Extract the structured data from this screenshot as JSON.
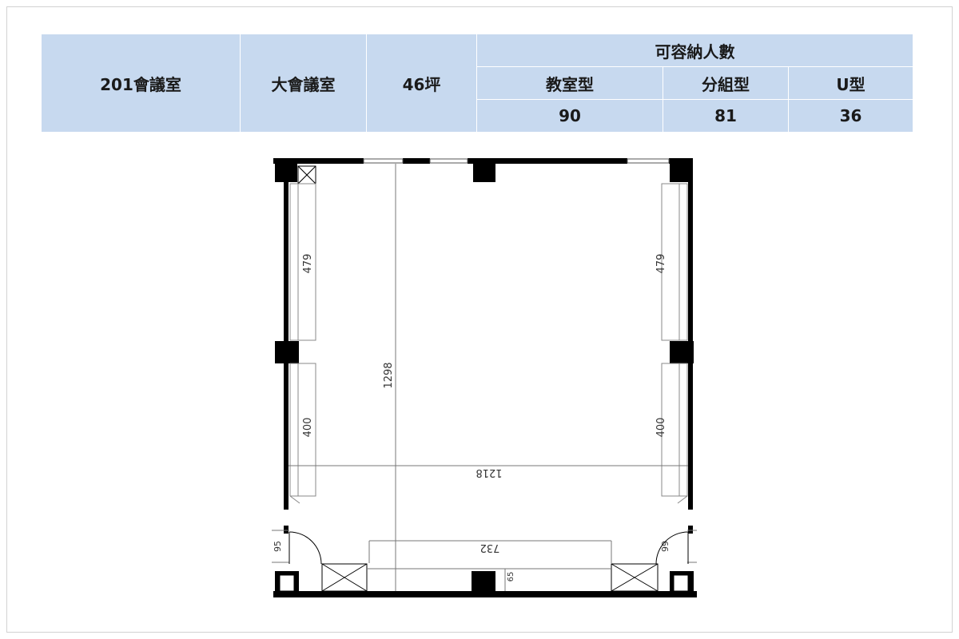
{
  "table": {
    "room_id": "201會議室",
    "room_type": "大會議室",
    "area": "46坪",
    "capacity_header": "可容納人數",
    "columns": [
      {
        "label": "教室型",
        "value": "90"
      },
      {
        "label": "分組型",
        "value": "81"
      },
      {
        "label": "U型",
        "value": "36"
      }
    ]
  },
  "plan": {
    "dimensions": {
      "left_upper": "479",
      "left_lower": "400",
      "right_upper": "479",
      "right_lower": "400",
      "depth": "1298",
      "width": "1218",
      "inner_width": "732",
      "door_left": "95",
      "door_right": "99",
      "bottom_gap": "65"
    }
  }
}
